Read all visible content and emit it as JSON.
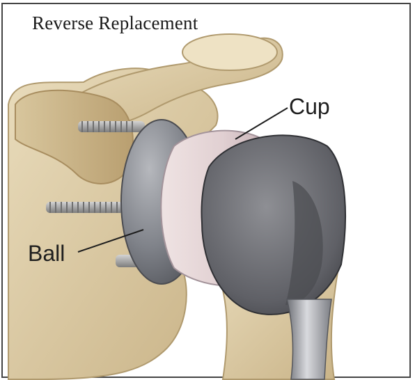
{
  "figure": {
    "title": "Reverse Replacement",
    "labels": {
      "cup": "Cup",
      "ball": "Ball"
    }
  }
}
